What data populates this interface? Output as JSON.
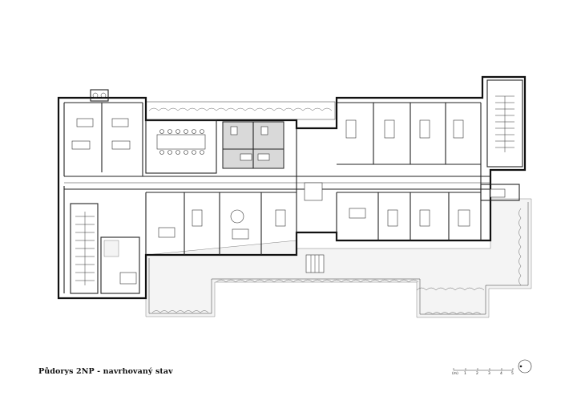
{
  "title": "Půdorys 2NP - navrhovaný stav",
  "scale_bar": {
    "unit_label": "(m)",
    "ticks": [
      "1",
      "2",
      "3",
      "4",
      "5"
    ]
  },
  "icons": [
    "north-arrow-icon"
  ],
  "colors": {
    "line": "#111111",
    "wet_room_fill": "#d9d9d9",
    "terrace_fill": "#f4f4f4"
  }
}
